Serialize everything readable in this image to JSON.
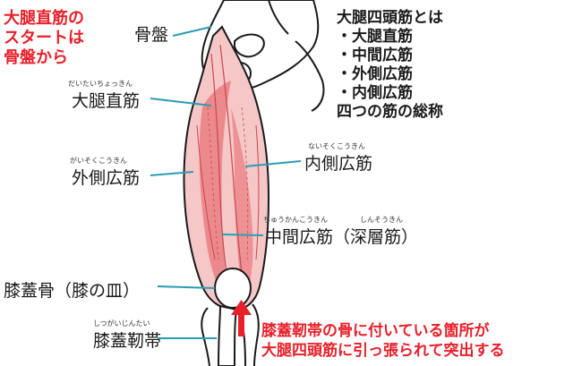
{
  "colors": {
    "muscle": "#e8747a",
    "muscle_light": "#f6c7c7",
    "leader": "#2a9db3",
    "accent": "#e8202a",
    "bone": "#ffffff",
    "outline": "#1a1a1a"
  },
  "red_title": {
    "line1": "大腿直筋の",
    "line2": "スタートは",
    "line3": "骨盤から"
  },
  "summary": {
    "title": "大腿四頭筋とは",
    "items": [
      "・大腿直筋",
      "・中間広筋",
      "・外側広筋",
      "・内側広筋"
    ],
    "footer": "四つの筋の総称"
  },
  "labels": {
    "pelvis": {
      "text": "骨盤"
    },
    "rectus_femoris": {
      "ruby": "だいたいちょっきん",
      "text": "大腿直筋"
    },
    "vastus_lateralis": {
      "ruby": "がいそくこうきん",
      "text": "外側広筋"
    },
    "vastus_medialis": {
      "ruby": "ないそくこうきん",
      "text": "内側広筋"
    },
    "vastus_intermedius": {
      "ruby1": "ちゅうかんこうきん",
      "ruby2": "しんそうきん",
      "text": "中間広筋（深層筋）"
    },
    "patella": {
      "text": "膝蓋骨（膝の皿）"
    },
    "patellar_ligament": {
      "ruby": "しつがいじんたい",
      "text": "膝蓋靭帯"
    }
  },
  "bottom_note": {
    "line1": "膝蓋靭帯の骨に付いている箇所が",
    "line2": "大腿四頭筋に引っ張られて突出する"
  }
}
